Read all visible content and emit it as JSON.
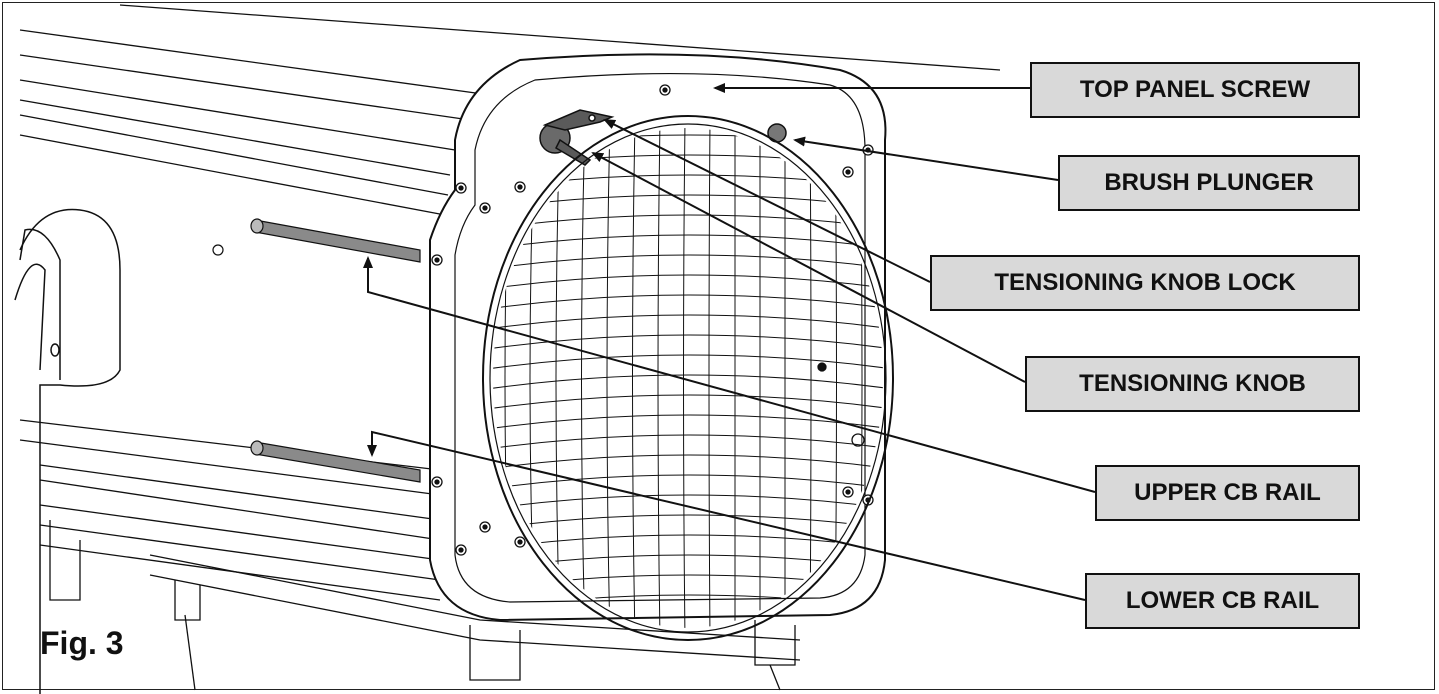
{
  "figure": {
    "label": "Fig. 3"
  },
  "callouts": {
    "top_panel_screw": "TOP PANEL SCREW",
    "brush_plunger": "BRUSH PLUNGER",
    "tensioning_knob_lock": "TENSIONING KNOB LOCK",
    "tensioning_knob": "TENSIONING KNOB",
    "upper_cb_rail": "UPPER CB RAIL",
    "lower_cb_rail": "LOWER CB RAIL"
  },
  "colors": {
    "callout_fill": "#d9d9d9",
    "line": "#111111"
  }
}
